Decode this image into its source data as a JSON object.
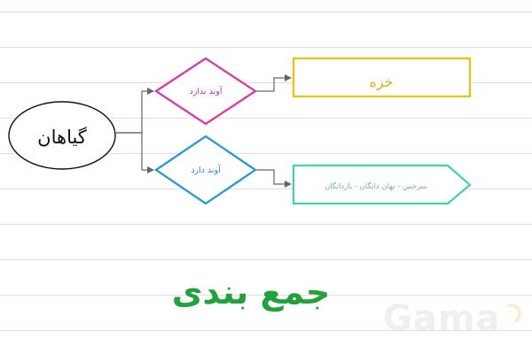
{
  "diagram": {
    "root": "گیاهان",
    "branches": [
      {
        "condition": "آوند ندارد",
        "result": "خزه"
      },
      {
        "condition": "آوند دارد",
        "result": "سرخس - نهان دانگان - بازدانگان"
      }
    ]
  },
  "footer": {
    "title": "جمع بندی",
    "watermark": "Gama"
  },
  "colors": {
    "background": "#ffffff",
    "rule_lines": "#f1d6d8",
    "root_stroke": "#111111",
    "connector": "#666666",
    "branch_1_stroke": "#d63aa3",
    "branch_1_text": "#b33795",
    "branch_2_stroke": "#2a98d8",
    "branch_2_text": "#2c86b6",
    "result_1_stroke": "#e6c41b",
    "result_1_text": "#d9b126",
    "result_2_stroke": "#43d2a1",
    "result_2_text": "#71b896",
    "title": "#22a23a"
  }
}
